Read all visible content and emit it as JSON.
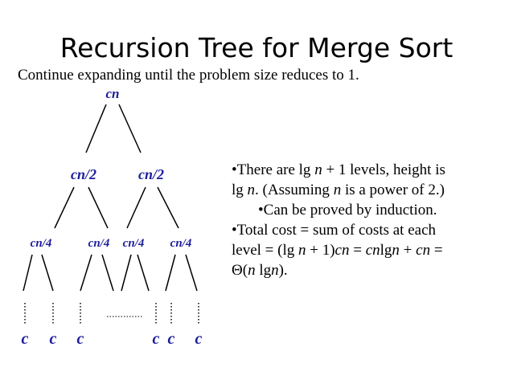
{
  "title": "Recursion Tree for Merge Sort",
  "subtitle": "Continue expanding until the problem size reduces to 1.",
  "tree": {
    "root": "cn",
    "level1": [
      "cn/2",
      "cn/2"
    ],
    "level2": [
      "cn/4",
      "cn/4",
      "cn/4",
      "cn/4"
    ],
    "leaves": [
      "c",
      "c",
      "c",
      "c",
      "c",
      "c"
    ]
  },
  "notes": {
    "line1a": "•There are lg ",
    "line1b": "n",
    "line1c": " + 1 levels, height is",
    "line2a": "lg ",
    "line2b": "n",
    "line2c": ". (Assuming ",
    "line2d": "n",
    "line2e": " is a power of 2.)",
    "line3": "•Can be proved by induction.",
    "line4": "•Total cost = sum of costs at each",
    "line5a": "level = (lg ",
    "line5b": "n",
    "line5c": " + 1)",
    "line5d": "cn",
    "line5e": " = ",
    "line5f": "cn",
    "line5g": "lg",
    "line5h": "n",
    "line5i": " + ",
    "line5j": "cn",
    "line5k": " =",
    "line6a": "Θ(",
    "line6b": "n",
    "line6c": " lg",
    "line6d": "n",
    "line6e": ")."
  }
}
